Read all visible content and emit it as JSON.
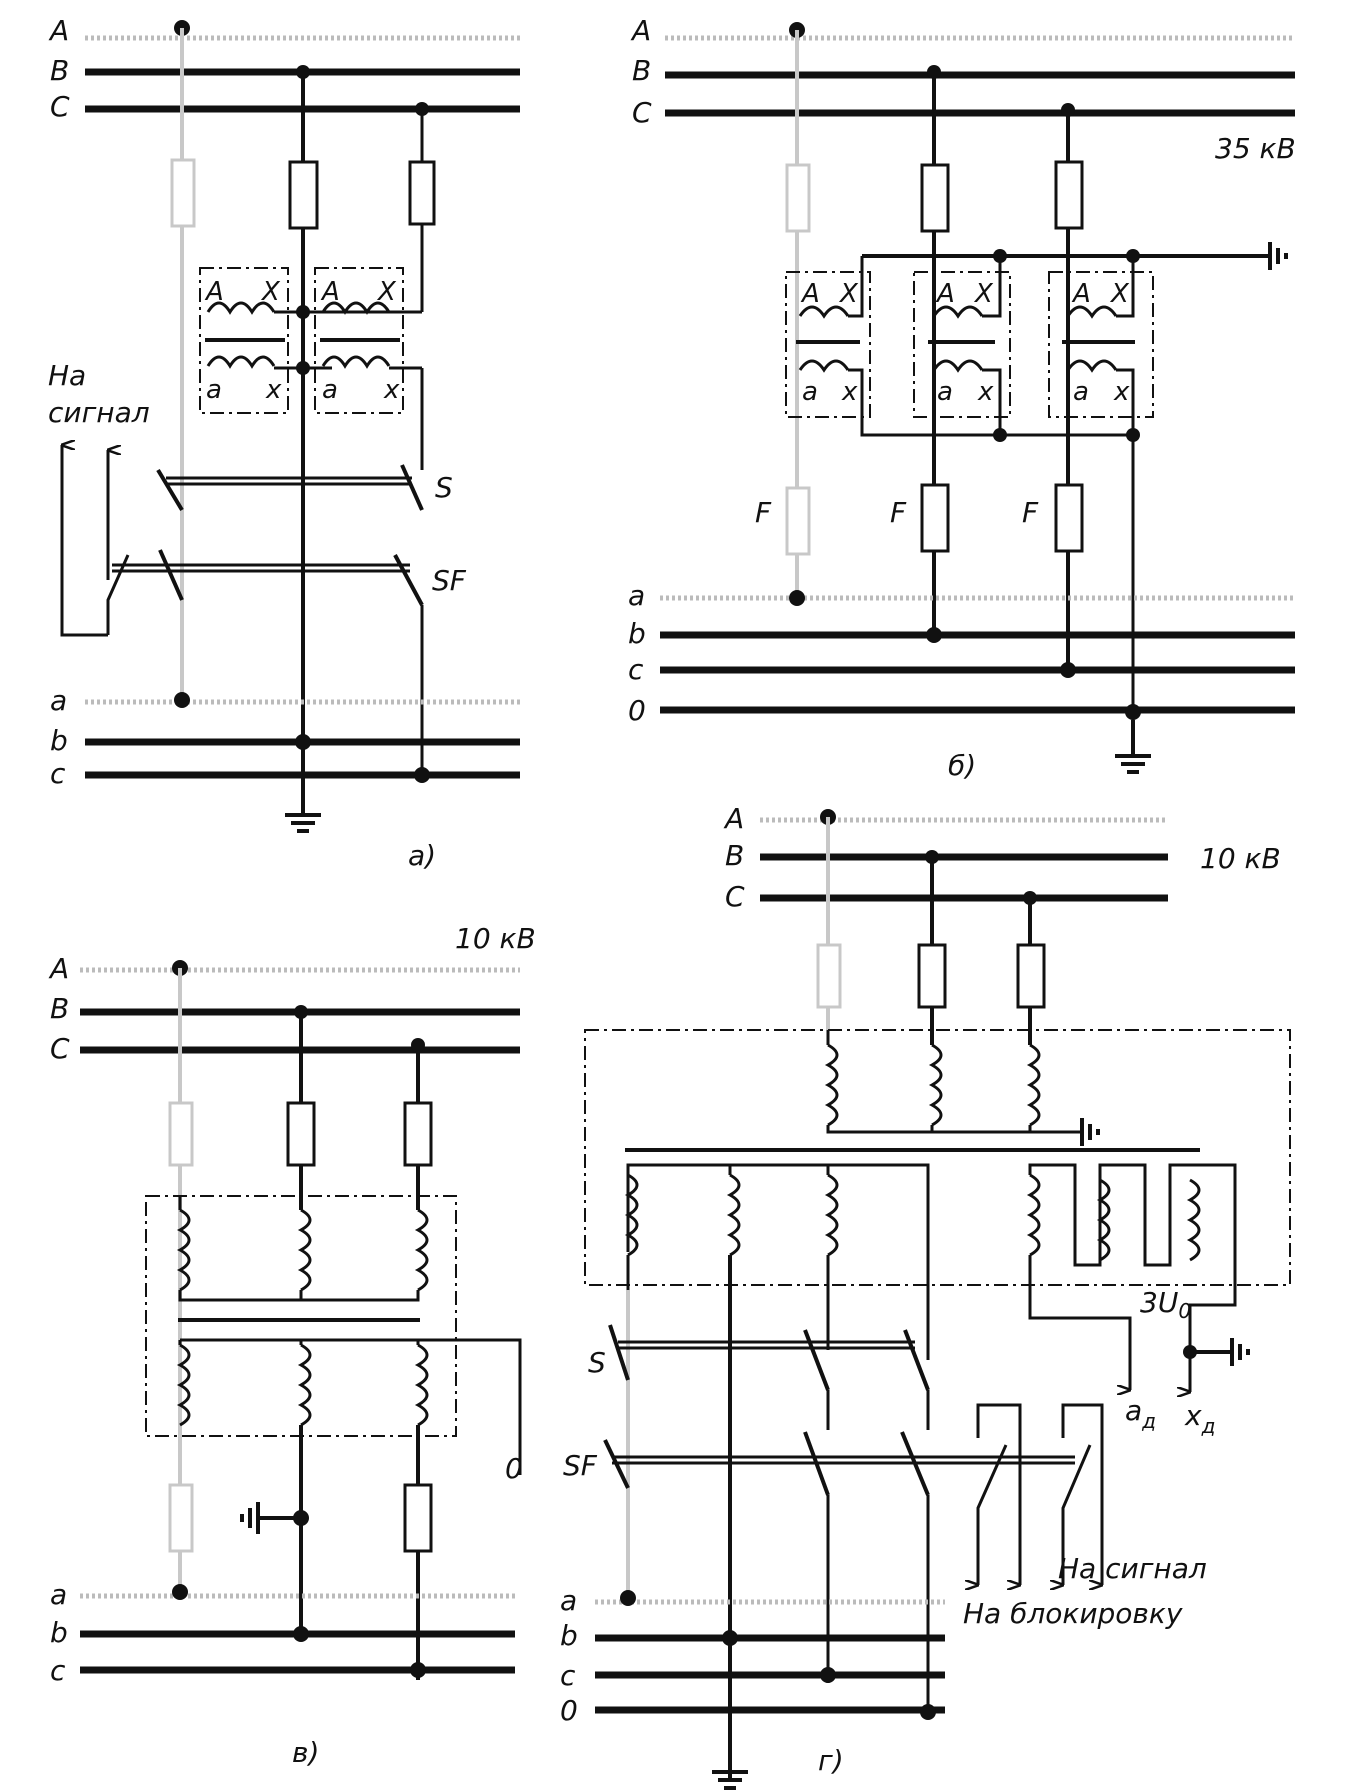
{
  "panels": {
    "a": {
      "caption": "а)",
      "bus_hv": [
        "A",
        "B",
        "C"
      ],
      "bus_lv": [
        "a",
        "b",
        "c"
      ],
      "winding_hv": [
        "A",
        "X"
      ],
      "winding_lv": [
        "a",
        "x"
      ],
      "switch_s": "S",
      "switch_sf": "SF",
      "signal_label": [
        "На",
        "сигнал"
      ]
    },
    "b": {
      "caption": "б)",
      "voltage": "35 кВ",
      "bus_hv": [
        "A",
        "B",
        "C"
      ],
      "bus_lv": [
        "a",
        "b",
        "c",
        "0"
      ],
      "winding_hv": [
        "A",
        "X"
      ],
      "winding_lv": [
        "a",
        "x"
      ],
      "fuse": "F"
    },
    "v": {
      "caption": "в)",
      "voltage": "10 кВ",
      "bus_hv": [
        "A",
        "B",
        "C"
      ],
      "bus_lv": [
        "a",
        "b",
        "c"
      ],
      "neutral": "0"
    },
    "g": {
      "caption": "г)",
      "voltage": "10 кВ",
      "bus_hv": [
        "A",
        "B",
        "C"
      ],
      "bus_lv": [
        "a",
        "b",
        "c",
        "0"
      ],
      "switch_s": "S",
      "switch_sf": "SF",
      "open_delta": "3U",
      "open_delta_sub": "0",
      "terminal_a": "a",
      "terminal_x": "x",
      "terminal_sub": "д",
      "to_signal": "На сигнал",
      "to_block": "На блокировку"
    }
  }
}
